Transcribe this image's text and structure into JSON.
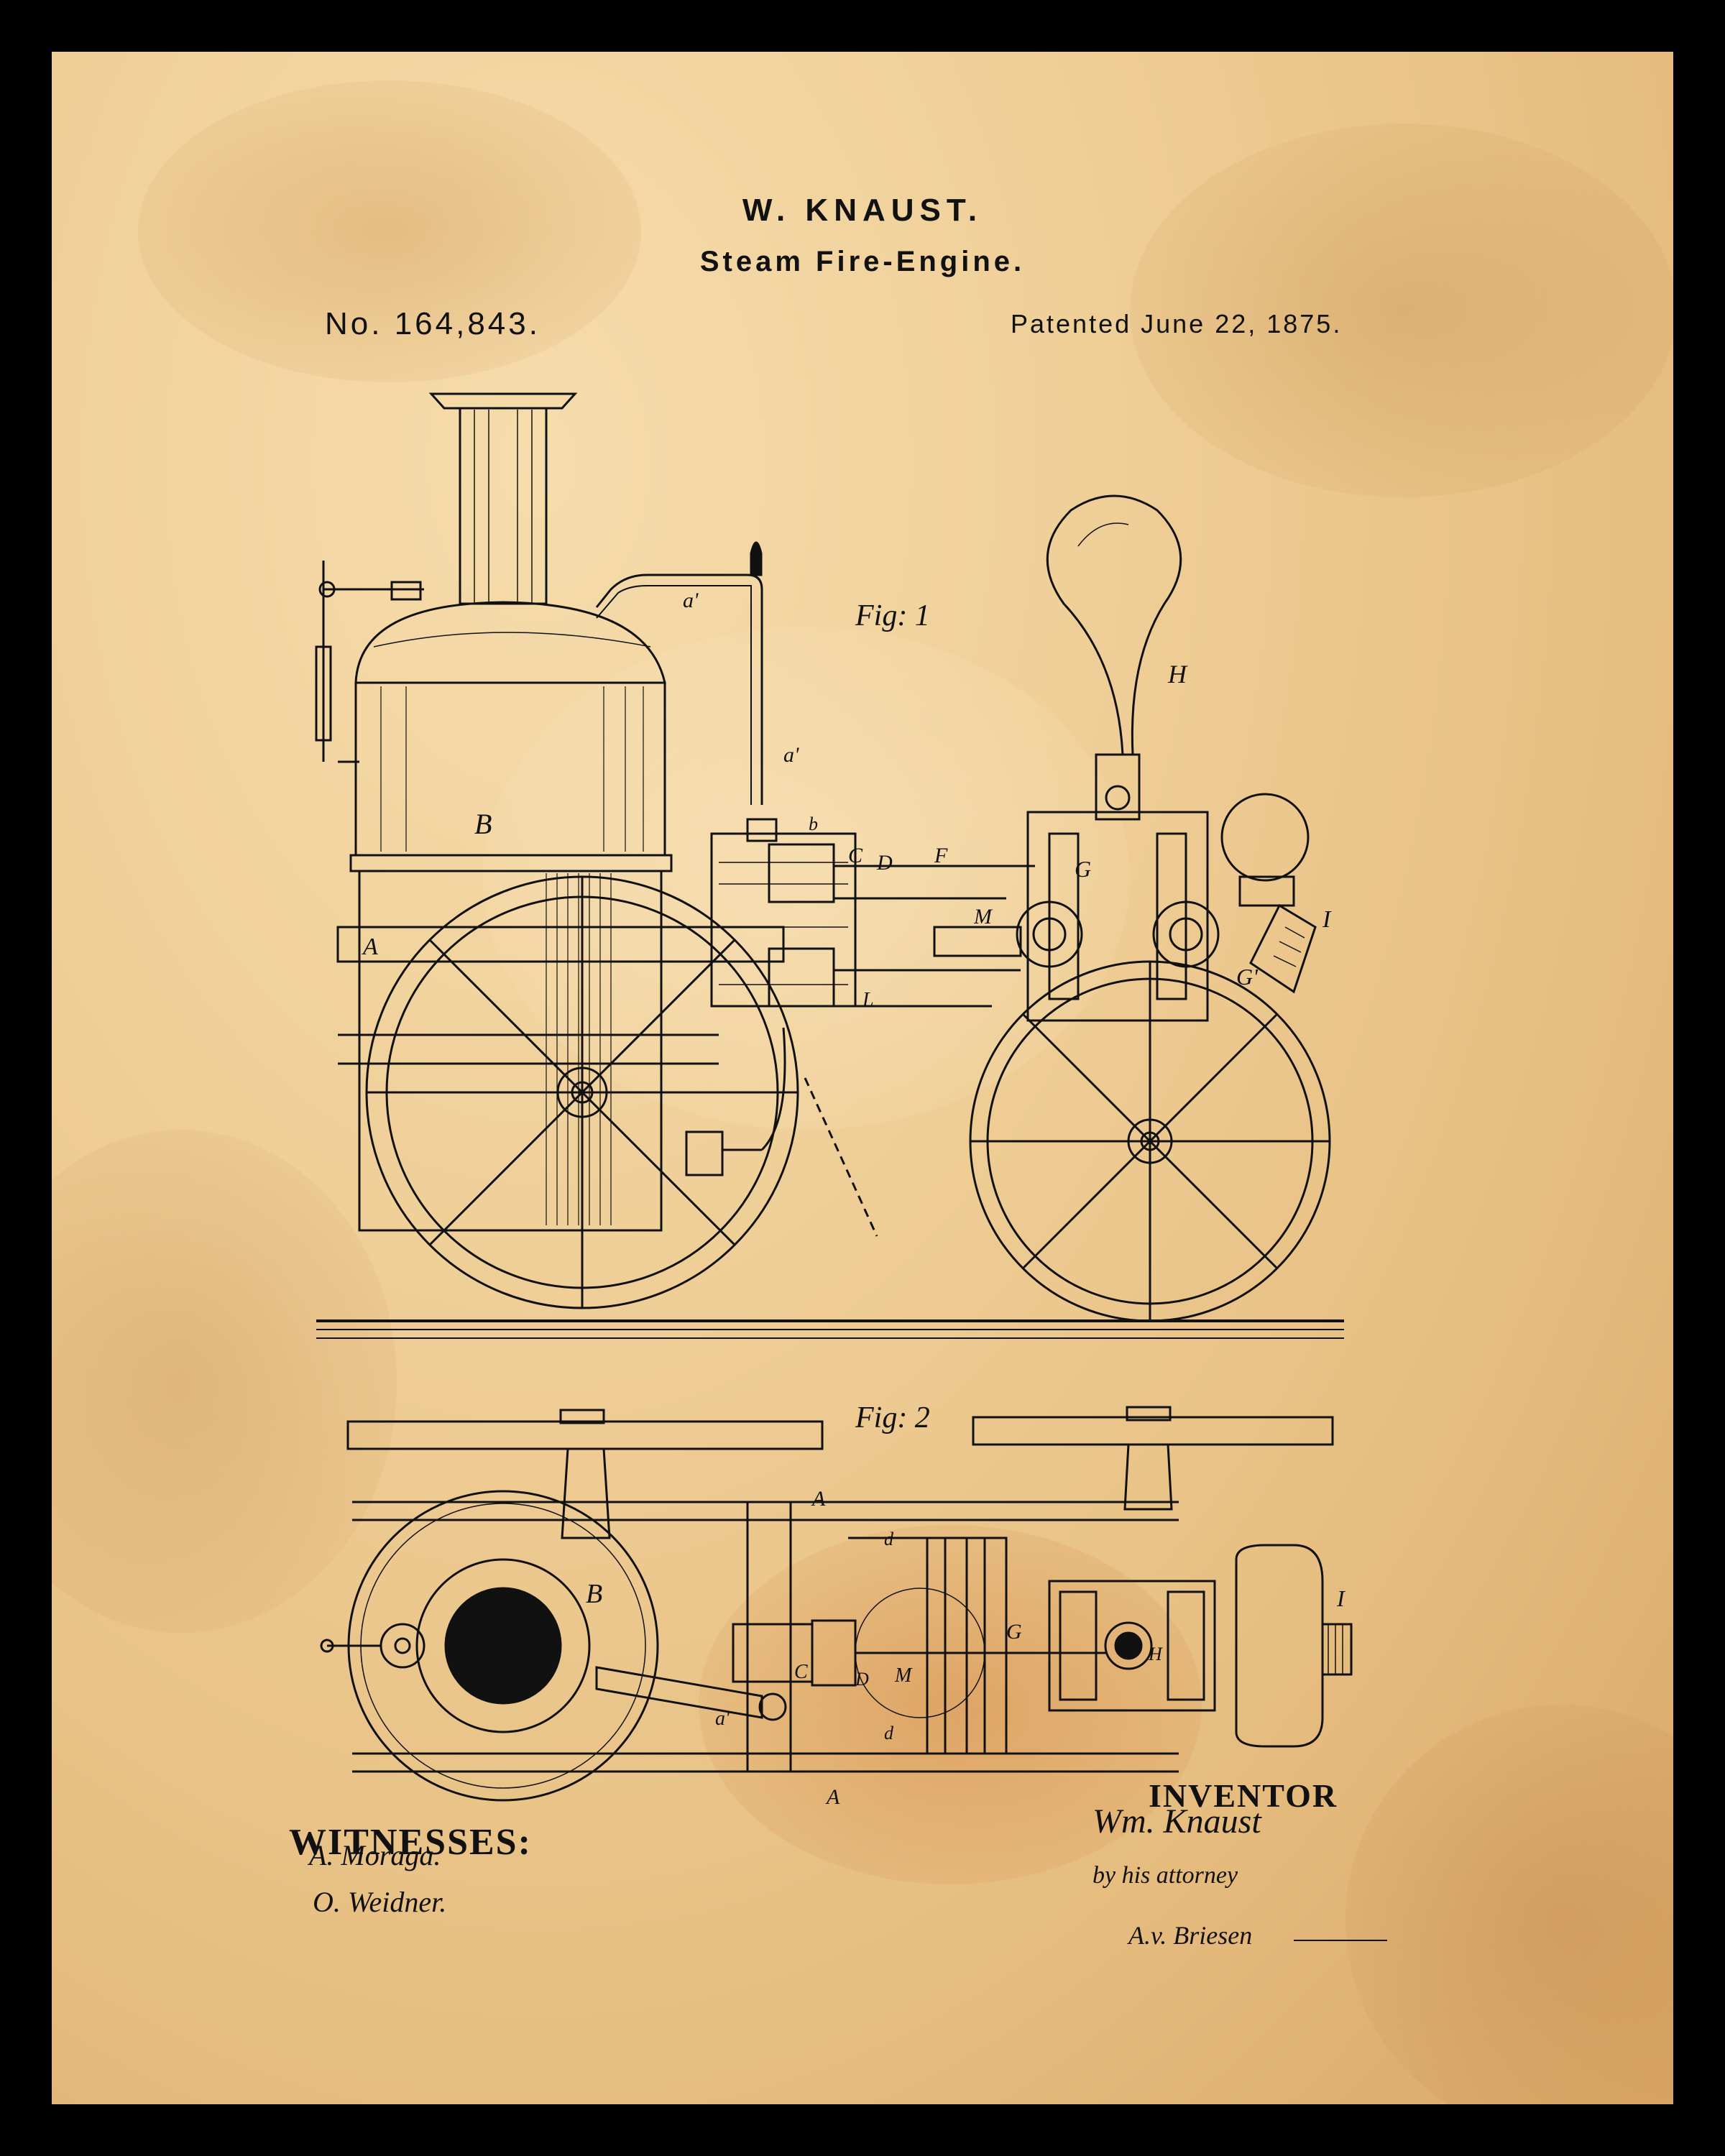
{
  "header": {
    "inventor_name": "W. KNAUST.",
    "invention": "Steam Fire-Engine.",
    "patent_number": "No. 164,843.",
    "patent_date": "Patented June 22, 1875."
  },
  "figures": {
    "fig1_label": "Fig: 1",
    "fig2_label": "Fig: 2"
  },
  "part_labels": {
    "a_prime": "a'",
    "B": "B",
    "A": "A",
    "H": "H",
    "I": "I",
    "C": "C",
    "D": "D",
    "F": "F",
    "G": "G",
    "G_prime": "G'",
    "M": "M",
    "b": "b",
    "L": "L",
    "d": "d"
  },
  "witnesses": {
    "label": "WITNESSES:",
    "signatures": [
      "A. Moraga.",
      "O. Weidner."
    ]
  },
  "inventor": {
    "label": "INVENTOR",
    "signature": "Wm. Knaust",
    "attorney_note": "by his attorney",
    "attorney_signature": "A.v. Briesen"
  },
  "colors": {
    "frame": "#000000",
    "paper": "#efcf98",
    "ink": "#111111"
  }
}
